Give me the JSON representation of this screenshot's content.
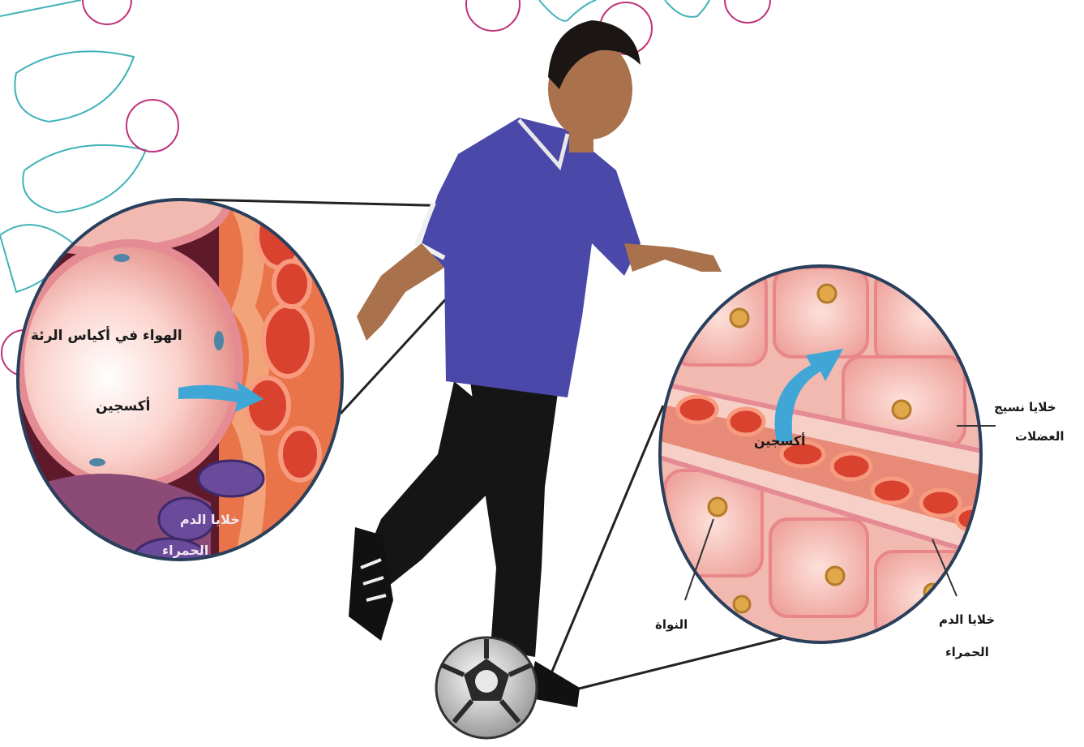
{
  "labels": {
    "alveoli_air": "الهواء في أكياس الرئة",
    "oxygen_lung": "أكسجين",
    "blood_cells_lung_1": "خلايا الدم",
    "blood_cells_lung_2": "الحمراء",
    "muscle_cells_1": "خلايا نسيج",
    "muscle_cells_2": "العضلات",
    "oxygen_muscle": "أكسجين",
    "nucleus": "النواة",
    "red_blood_cells_1": "خلايا الدم",
    "red_blood_cells_2": "الحمراء"
  },
  "colors": {
    "shirt": "#4a48a8",
    "pants": "#151515",
    "skin": "#a9714c",
    "tissue": "#f2b9b0",
    "red_cell": "#d8422e",
    "arrow": "#3fa6d6",
    "deco_teal": "#3fb2b8",
    "deco_pink": "#c0307a"
  },
  "icons": [
    "soccer-ball-icon",
    "oxygen-arrow-icon"
  ]
}
